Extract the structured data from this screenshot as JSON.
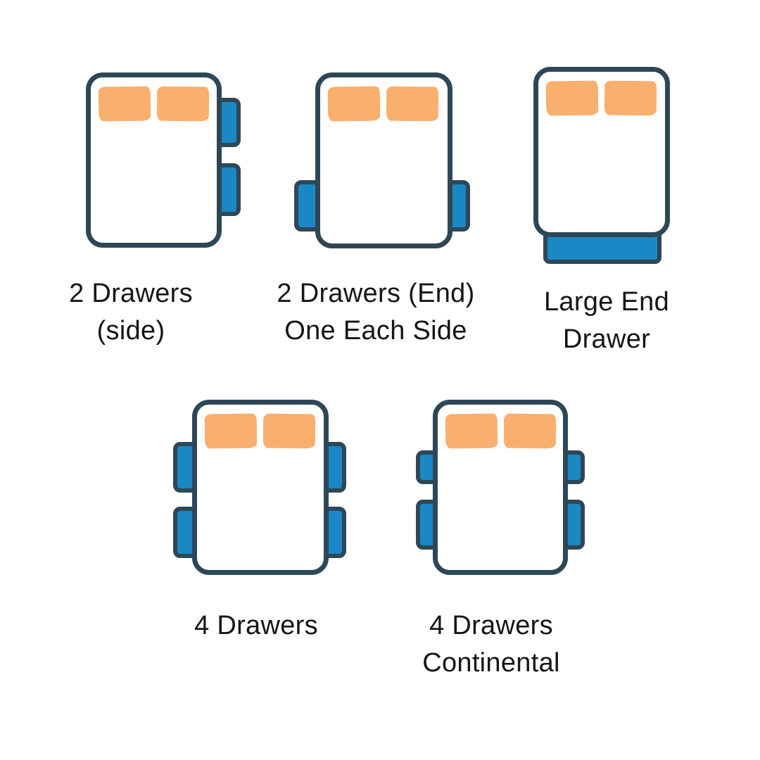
{
  "canvas": {
    "background": "#ffffff"
  },
  "colors": {
    "outline": "#2e4756",
    "drawer_fill": "#1b87c4",
    "pillow_fill": "#f9b06e",
    "label_text": "#151515"
  },
  "figures": [
    {
      "name": "2-drawers-side",
      "label_line1": "2 Drawers",
      "label_line2": "(side)",
      "drawer_count": 2,
      "drawer_layout": "two-drawers-right-side",
      "pillow_count": 2
    },
    {
      "name": "2-drawers-end-one-each-side",
      "label_line1": "2 Drawers (End)",
      "label_line2": "One Each Side",
      "drawer_count": 2,
      "drawer_layout": "one-drawer-each-side-near-foot",
      "pillow_count": 2
    },
    {
      "name": "large-end-drawer",
      "label_line1": "Large End",
      "label_line2": "Drawer",
      "drawer_count": 1,
      "drawer_layout": "large-drawer-at-foot-end",
      "pillow_count": 2
    },
    {
      "name": "4-drawers",
      "label_line1": "4 Drawers",
      "label_line2": "",
      "drawer_count": 4,
      "drawer_layout": "two-drawers-each-side",
      "pillow_count": 2
    },
    {
      "name": "4-drawers-continental",
      "label_line1": "4 Drawers",
      "label_line2": "Continental",
      "drawer_count": 4,
      "drawer_layout": "two-drawers-each-side-short-upper",
      "pillow_count": 2
    }
  ]
}
